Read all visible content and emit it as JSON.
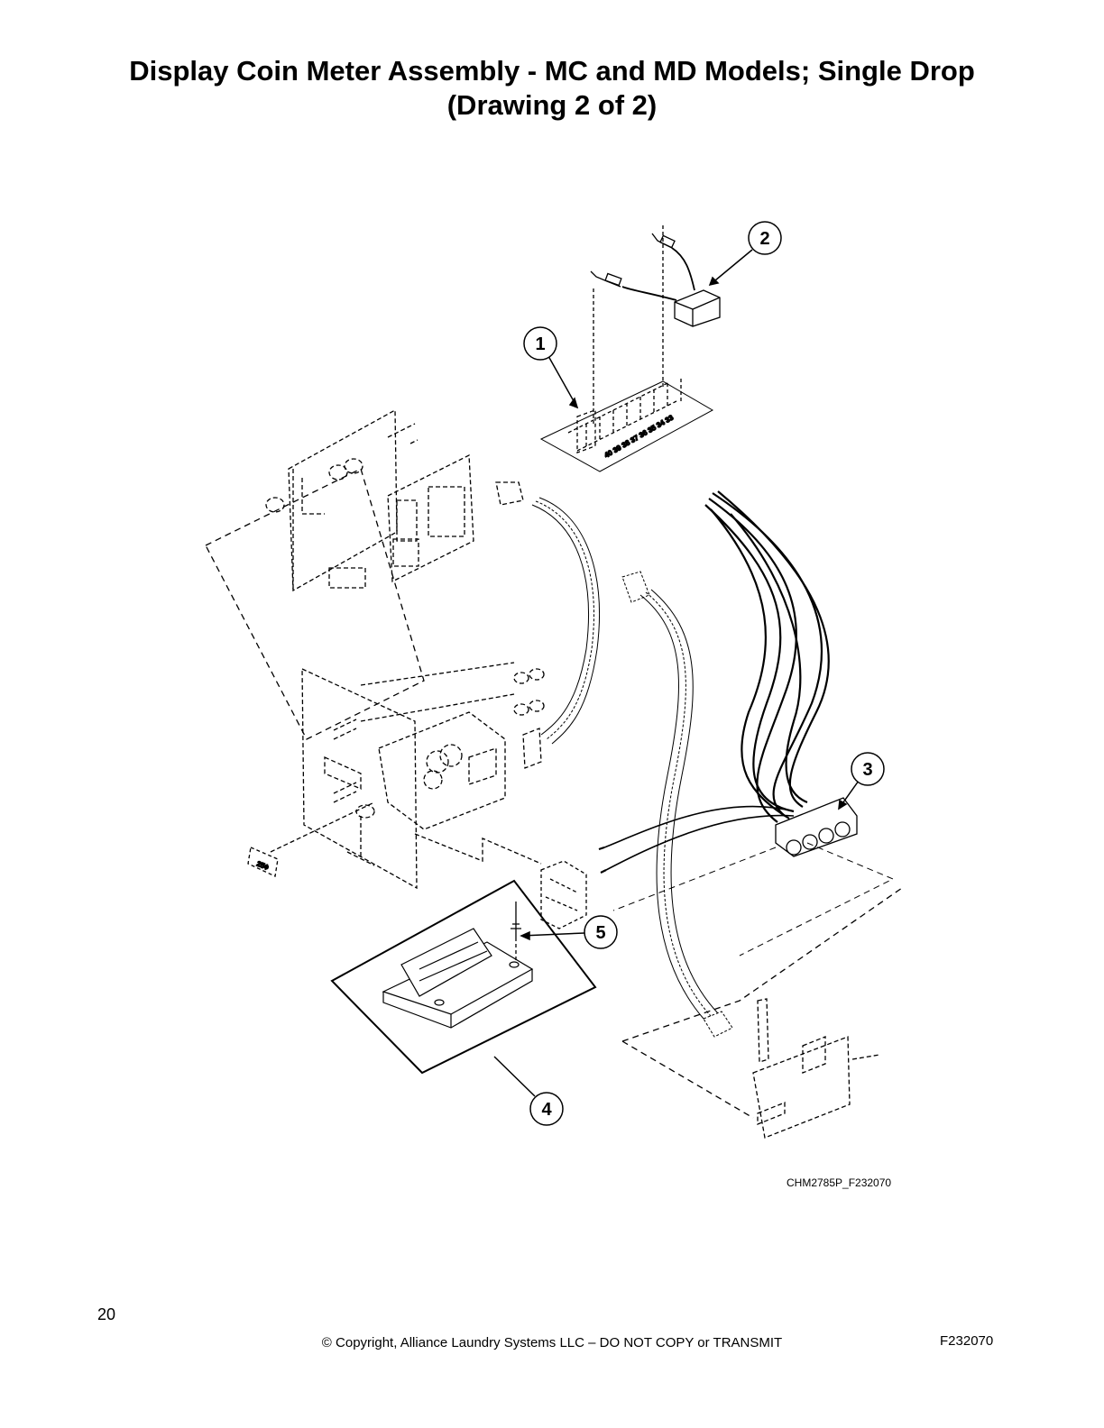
{
  "header": {
    "title_line1": "Display Coin Meter Assembly - MC and MD Models; Single Drop",
    "title_line2": "(Drawing 2 of 2)"
  },
  "diagram": {
    "callouts": [
      "1",
      "2",
      "3",
      "4",
      "5"
    ],
    "terminal_labels": "40 39 38 37 36 35 34 33",
    "coin_label": "25¢",
    "drawing_code": "CHM2785P_F232070"
  },
  "footer": {
    "page_number": "20",
    "copyright": "© Copyright, Alliance Laundry Systems LLC – DO NOT COPY or TRANSMIT",
    "document_code": "F232070"
  }
}
